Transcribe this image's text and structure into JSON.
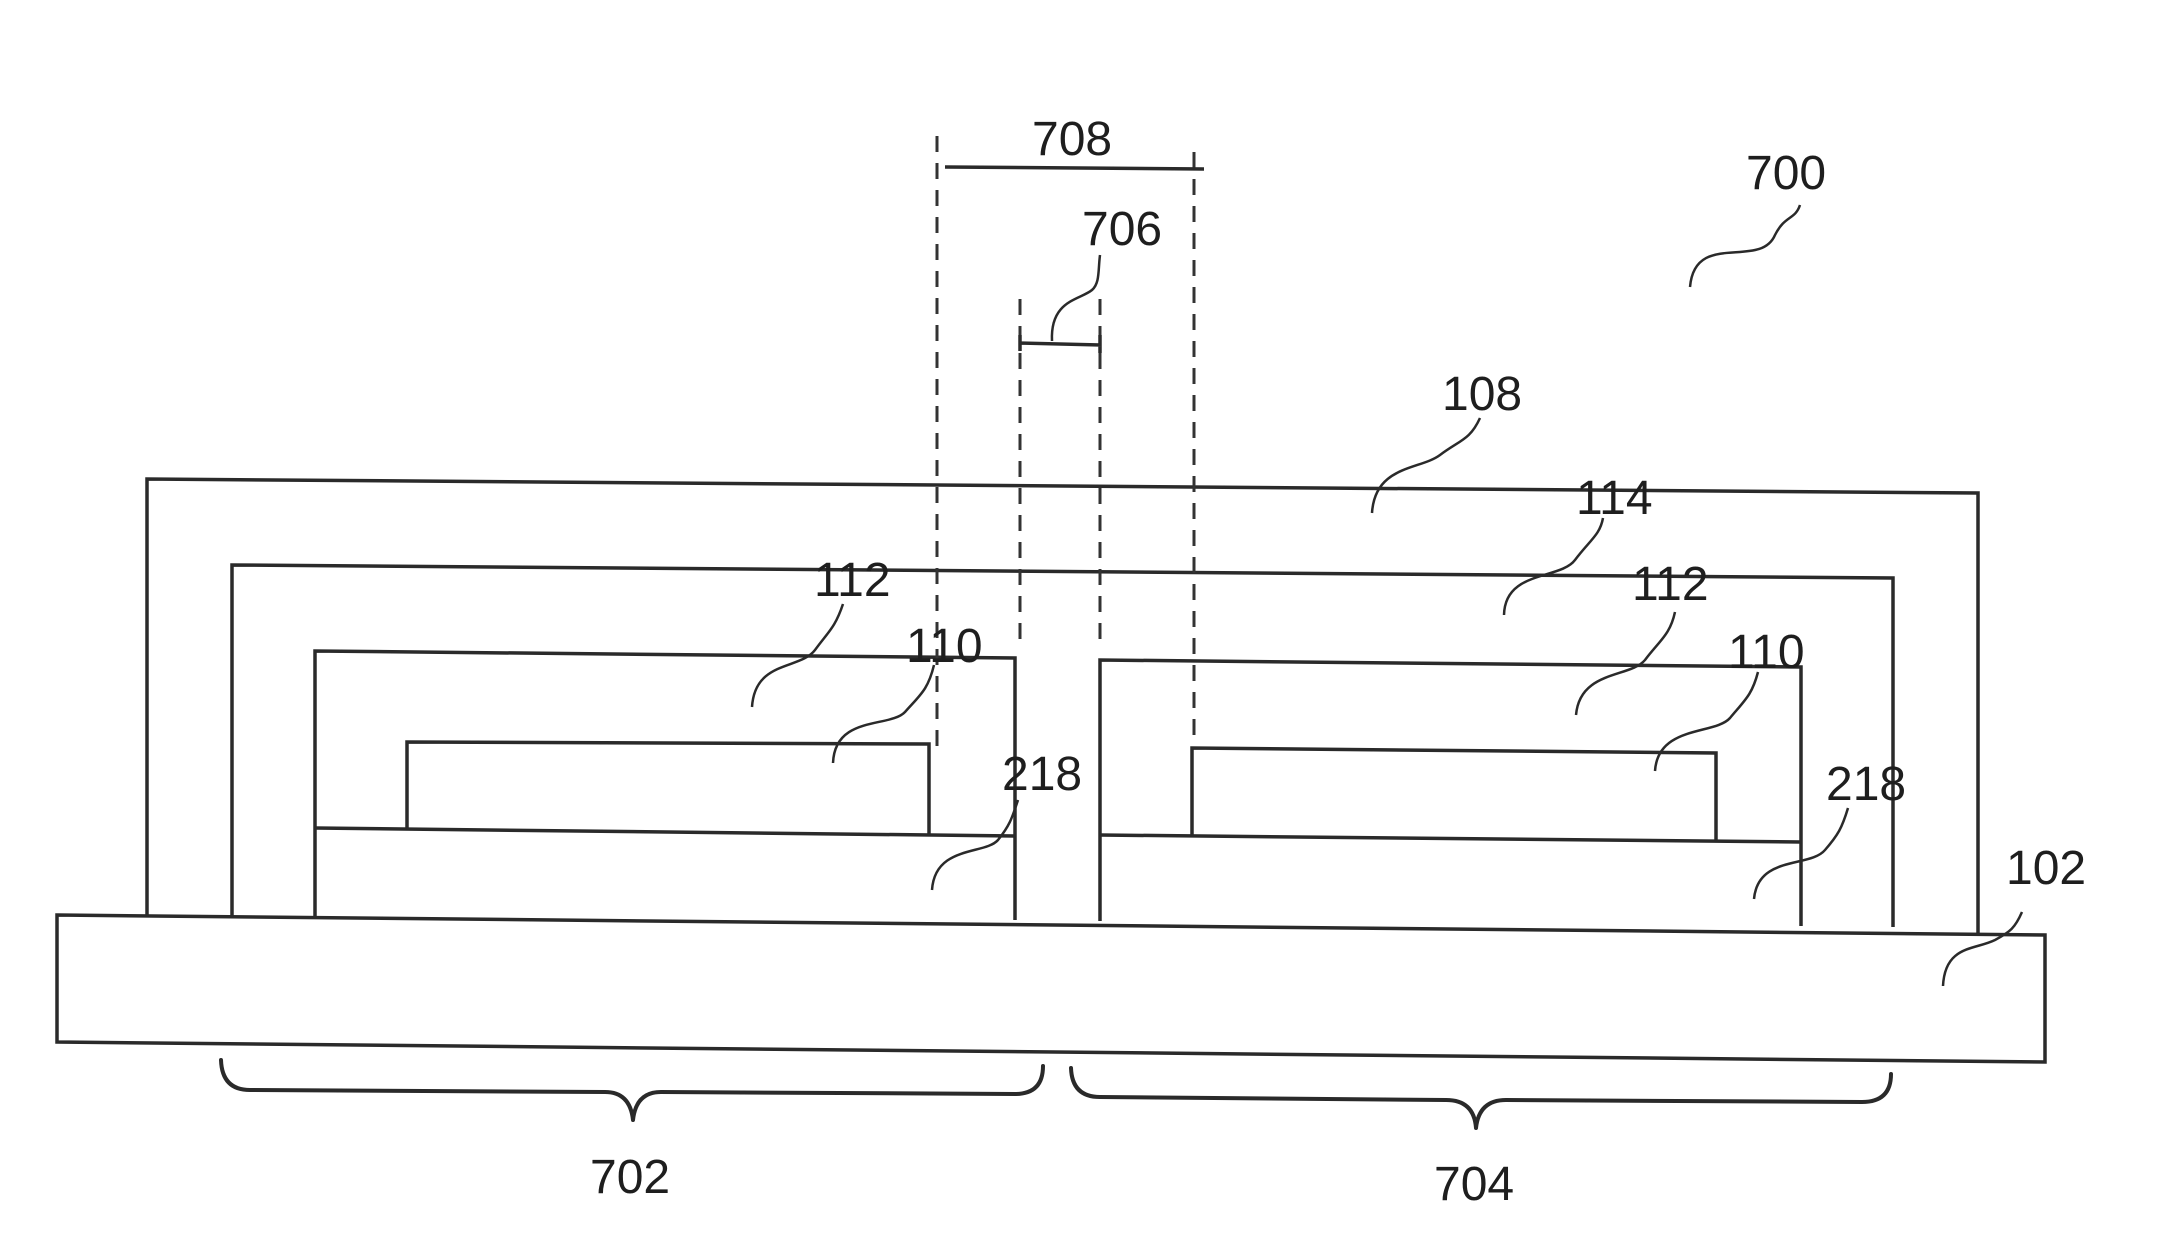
{
  "labels": {
    "device": "700",
    "pitch": "708",
    "gap": "706",
    "outer_layer": "108",
    "layer_114": "114",
    "layer_112_left": "112",
    "layer_112_right": "112",
    "layer_110_left": "110",
    "layer_110_right": "110",
    "layer_218_left": "218",
    "layer_218_right": "218",
    "substrate": "102",
    "region_left": "702",
    "region_right": "704"
  }
}
